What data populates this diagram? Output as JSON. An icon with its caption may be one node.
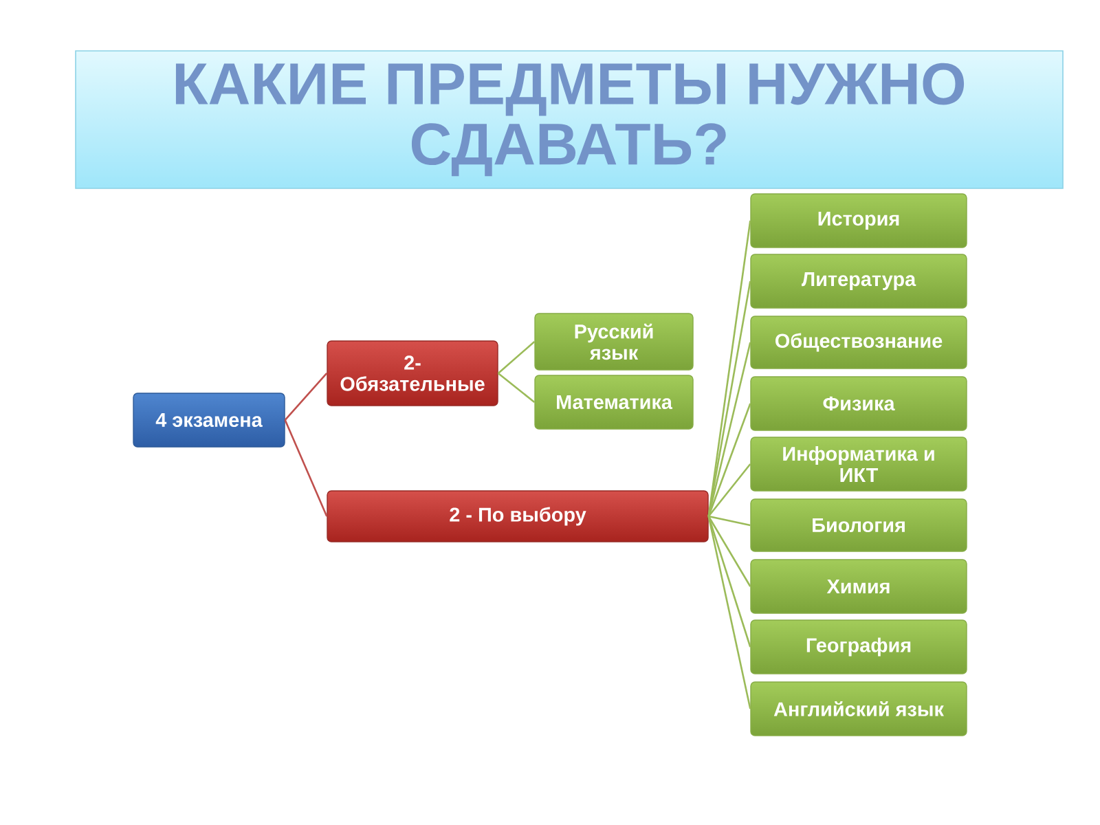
{
  "diagram": {
    "title": "КАКИЕ ПРЕДМЕТЫ НУЖНО СДАВАТЬ?",
    "nodes": [
      {
        "text": [
          "4 экзамена"
        ]
      },
      {
        "text": [
          "2- Обязательные"
        ]
      },
      {
        "text": [
          "2 - По выбору"
        ]
      },
      {
        "text": [
          "Русский язык"
        ]
      },
      {
        "text": [
          "Математика"
        ]
      },
      {
        "text": [
          "История"
        ]
      },
      {
        "text": [
          "Литература"
        ]
      },
      {
        "text": [
          "Обществознание"
        ]
      },
      {
        "text": [
          "Физика"
        ]
      },
      {
        "text": [
          "Информатика и ИКТ"
        ]
      },
      {
        "text": [
          "Биология"
        ]
      },
      {
        "text": [
          "Химия"
        ]
      },
      {
        "text": [
          "География"
        ]
      },
      {
        "text": [
          "Английский язык"
        ]
      }
    ],
    "edges": [
      {
        "from": 0,
        "to": 1,
        "arrow": "none",
        "color": "#c0504d"
      },
      {
        "from": 0,
        "to": 2,
        "arrow": "none",
        "color": "#c0504d"
      },
      {
        "from": 1,
        "to": 3,
        "arrow": "none"
      },
      {
        "from": 1,
        "to": 4,
        "arrow": "none"
      },
      {
        "from": 2,
        "to": 5,
        "arrow": "none"
      },
      {
        "from": 2,
        "to": 6,
        "arrow": "none"
      },
      {
        "from": 2,
        "to": 7,
        "arrow": "none"
      },
      {
        "from": 2,
        "to": 8,
        "arrow": "none"
      },
      {
        "from": 2,
        "to": 9,
        "arrow": "none"
      },
      {
        "from": 2,
        "to": 10,
        "arrow": "none"
      },
      {
        "from": 2,
        "to": 11,
        "arrow": "none"
      },
      {
        "from": 2,
        "to": 12,
        "arrow": "none"
      },
      {
        "from": 2,
        "to": 13,
        "arrow": "none"
      }
    ]
  }
}
